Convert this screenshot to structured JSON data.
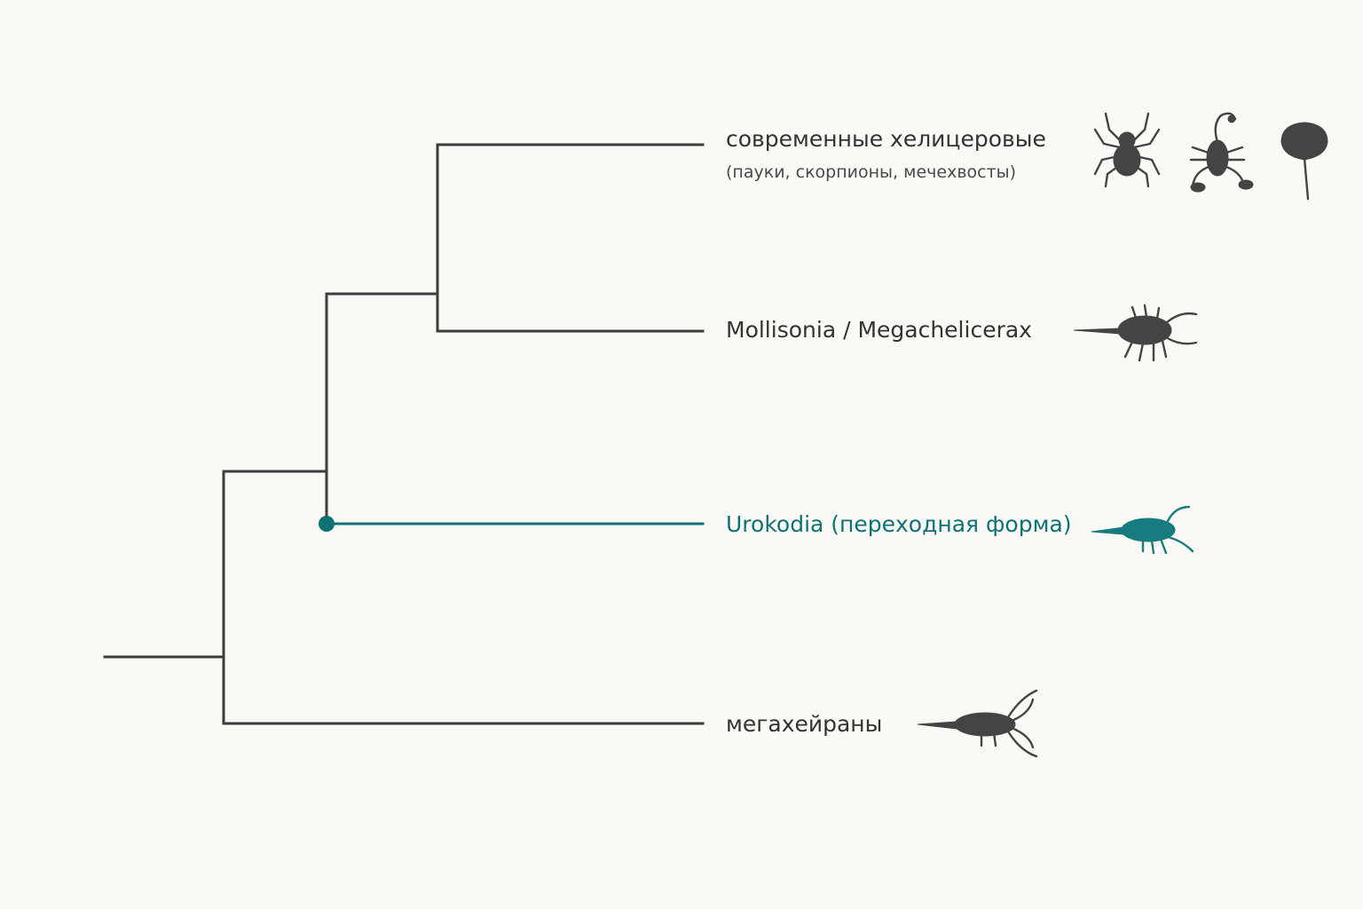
{
  "taxa": [
    {
      "label": "современные хелицеровые",
      "sublabel": "(пауки, скорпионы, мечехвосты)",
      "icons": [
        "spider-icon",
        "scorpion-icon",
        "horseshoe-crab-icon"
      ]
    },
    {
      "label": "Mollisonia / Megachelicerax",
      "icons": [
        "mollisonia-icon"
      ]
    },
    {
      "label": "Urokodia (переходная форма)",
      "icons": [
        "urokodia-icon"
      ],
      "highlight": true
    },
    {
      "label": "мегахейраны",
      "icons": [
        "megacheiran-icon"
      ]
    }
  ],
  "colors": {
    "branch": "#3d3d3d",
    "highlight": "#0e7275",
    "silhouette": "#444444",
    "background": "#faf9f5"
  }
}
